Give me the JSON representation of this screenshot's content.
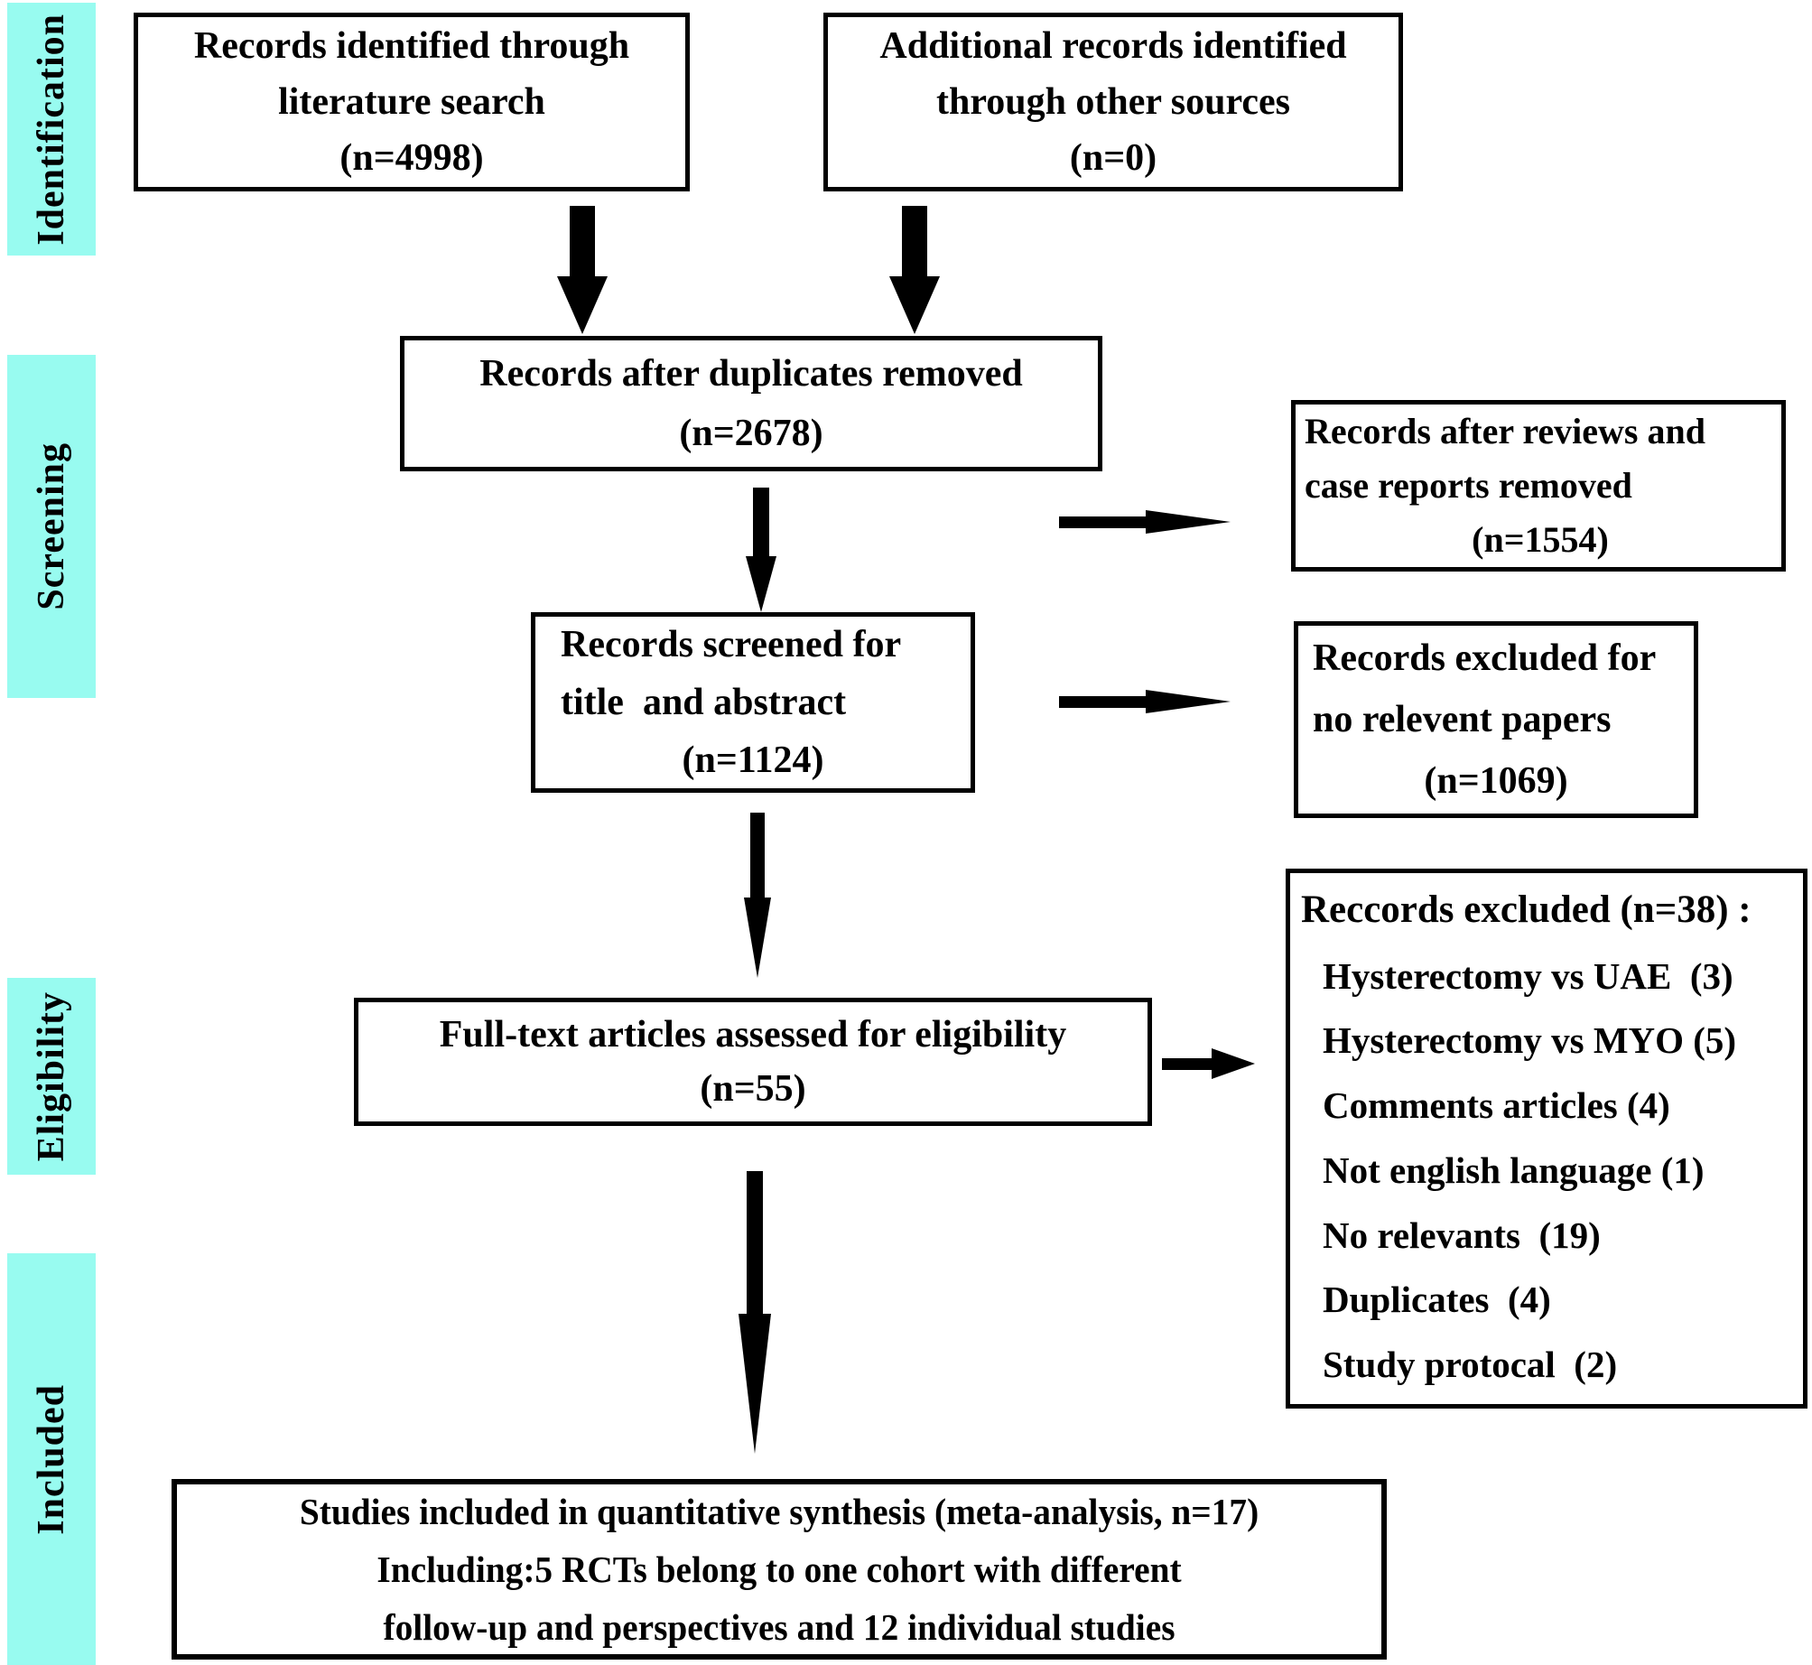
{
  "stages": {
    "bg_color": "#98FBF0",
    "labels": [
      "Identification",
      "Screening",
      "Eligibility",
      "Included"
    ]
  },
  "boxes": {
    "identified": {
      "lines": [
        "Records identified through",
        "literature search",
        "(n=4998)"
      ]
    },
    "additional": {
      "lines": [
        "Additional records identified",
        "through other sources",
        "(n=0)"
      ]
    },
    "duplicates_removed": {
      "lines": [
        "Records after duplicates removed",
        "(n=2678)"
      ]
    },
    "reviews_removed": {
      "lines": [
        "Records after reviews and",
        "case reports removed",
        "(n=1554)"
      ]
    },
    "screened": {
      "lines": [
        "Records screened for",
        "title  and abstract",
        "(n=1124)"
      ]
    },
    "excluded_no_relevant": {
      "lines": [
        "Records excluded for",
        "no relevent papers",
        "(n=1069)"
      ]
    },
    "fulltext": {
      "lines": [
        "Full-text articles assessed for eligibility",
        "(n=55)"
      ]
    },
    "excluded_detail": {
      "heading": "Reccords excluded (n=38) :",
      "items": [
        "Hysterectomy vs UAE  (3)",
        "Hysterectomy vs MYO (5)",
        "Comments articles (4)",
        "Not english language (1)",
        "No relevants  (19)",
        "Duplicates  (4)",
        "Study protocal  (2)"
      ]
    },
    "included_synthesis": {
      "lines": [
        "Studies included in quantitative synthesis (meta-analysis, n=17)",
        "Including:5 RCTs belong to one cohort with different",
        "follow-up and perspectives and 12 individual studies"
      ]
    }
  },
  "colors": {
    "stage_bg": "#98FBF0",
    "box_border": "#000000",
    "text": "#000000",
    "arrow": "#000000"
  }
}
